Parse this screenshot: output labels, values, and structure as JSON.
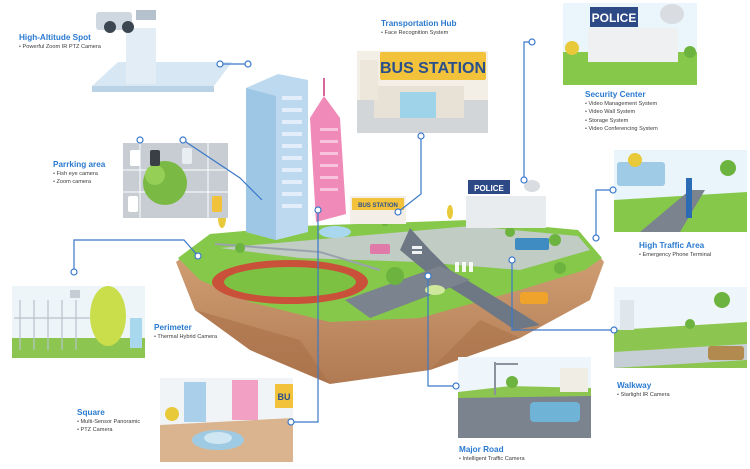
{
  "colors": {
    "accent": "#2a7ad0",
    "connector": "#3a78c9",
    "grass": "#7cc142",
    "soil": "#c9966b",
    "road": "#707a86"
  },
  "signs": {
    "bus_station_big": "BUS STATION",
    "bus_station_small": "BUS STATION",
    "police_big": "POLICE",
    "police_small": "POLICE",
    "square_sign": "BU"
  },
  "labels": [
    {
      "key": "high-altitude-spot",
      "title": "High-Altitude Spot",
      "items": [
        "Powerful Zoom IR PTZ Camera"
      ]
    },
    {
      "key": "transportation-hub",
      "title": "Transportation Hub",
      "items": [
        "Face Recognition System"
      ]
    },
    {
      "key": "security-center",
      "title": "Security Center",
      "items": [
        "Video Management System",
        "Video Wall System",
        "Storage System",
        "Video Conferencing System"
      ]
    },
    {
      "key": "parking-area",
      "title": "Parrking area",
      "items": [
        "Fish eye camera",
        "Zoom camera"
      ]
    },
    {
      "key": "high-traffic-area",
      "title": "High Traffic Area",
      "items": [
        "Emergency Phone Terminal"
      ]
    },
    {
      "key": "perimeter",
      "title": "Perimeter",
      "items": [
        "Thermal Hybrid Camera"
      ]
    },
    {
      "key": "walkway",
      "title": "Walkway",
      "items": [
        "Starlight IR Camera"
      ]
    },
    {
      "key": "square",
      "title": "Square",
      "items": [
        "Multi-Sensor Panoramic",
        "PTZ Camera"
      ]
    },
    {
      "key": "major-road",
      "title": "Major Road",
      "items": [
        "Intelligent Traffic Camera"
      ]
    }
  ]
}
